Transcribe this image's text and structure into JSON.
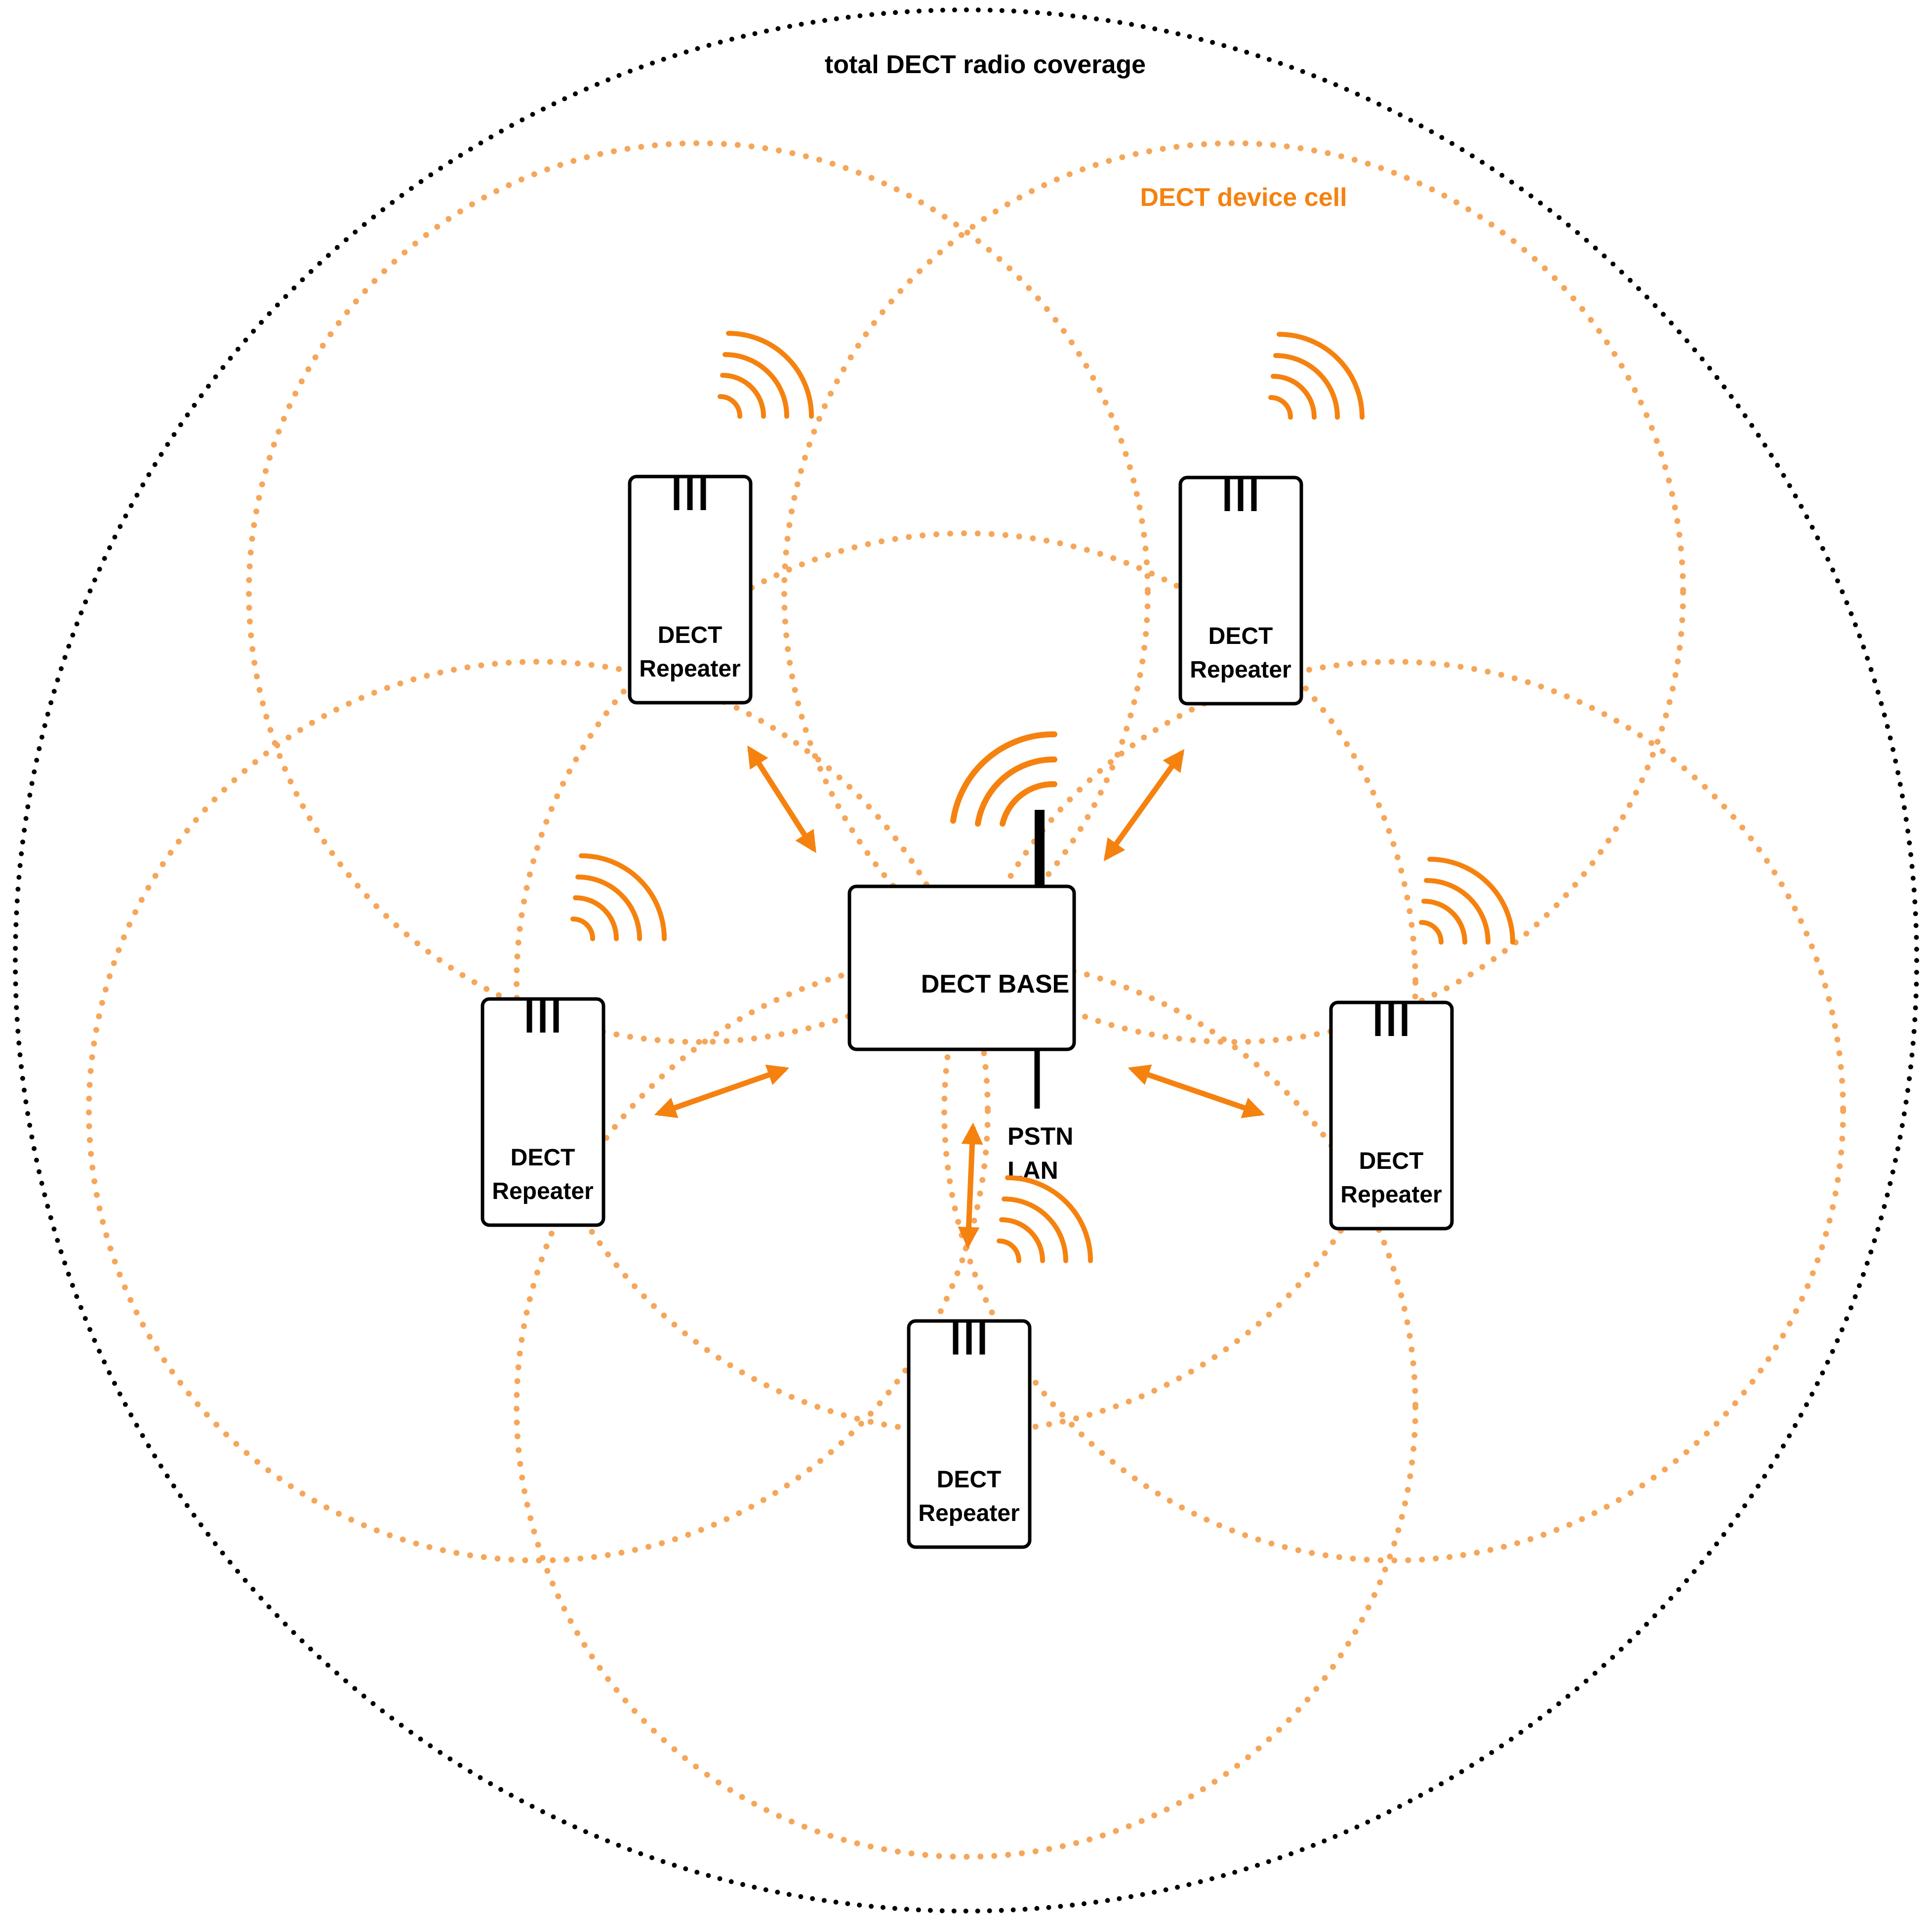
{
  "labels": {
    "total_coverage": "total DECT radio coverage",
    "device_cell": "DECT device cell",
    "base": "DECT BASE",
    "uplink_line1": "PSTN",
    "uplink_line2": "LAN",
    "repeater_line1": "DECT",
    "repeater_line2": "Repeater"
  },
  "colors": {
    "accent": "#F5820F",
    "cell": "#F5A65A",
    "ink": "#000000",
    "background": "#FFFFFF"
  },
  "icons": {
    "signal": "radio-waves-icon",
    "arrow": "double-headed-arrow-icon"
  }
}
